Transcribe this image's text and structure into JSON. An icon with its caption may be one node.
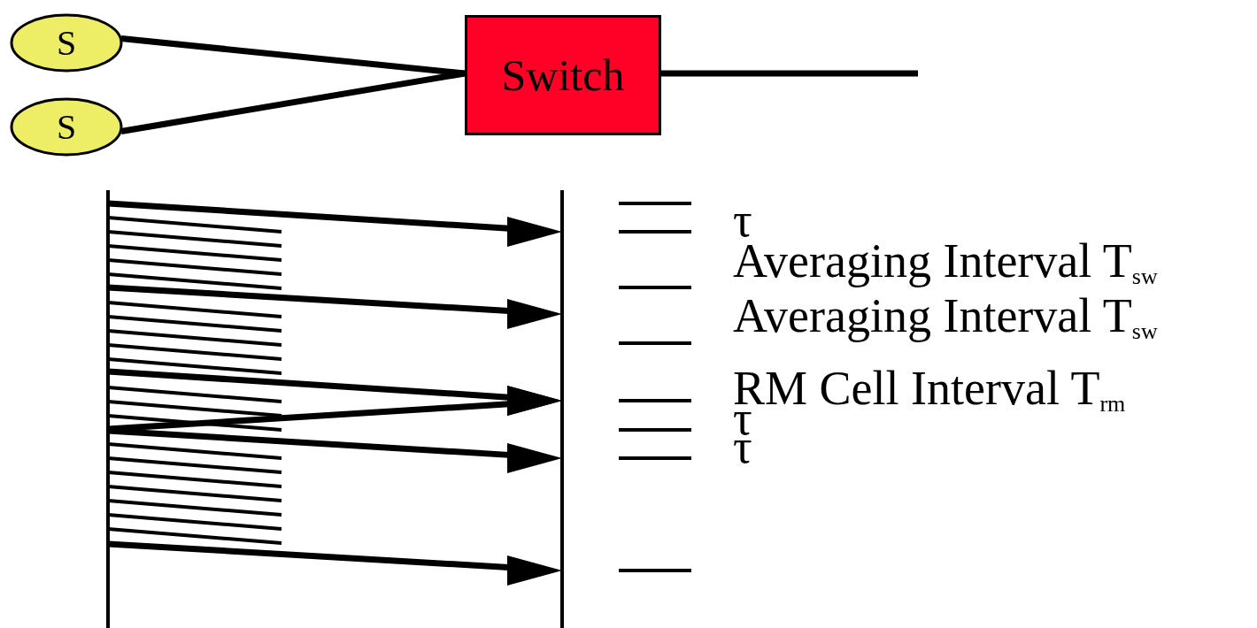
{
  "diagram": {
    "nodes": [
      {
        "text": [
          "S"
        ]
      },
      {
        "text": [
          "S"
        ]
      },
      {
        "text": [
          "Switch"
        ]
      }
    ],
    "edges": [
      {
        "from": 0,
        "to": 2,
        "arrow": "none"
      },
      {
        "from": 1,
        "to": 2,
        "arrow": "none"
      },
      {
        "from": 2,
        "to": null,
        "arrow": "none"
      }
    ],
    "labels": [
      "τ",
      "Averaging Interval T$_{sw}$",
      "Averaging Interval T$_{sw}$",
      "RM Cell Interval T$_{rm}$",
      "τ",
      "τ"
    ]
  }
}
